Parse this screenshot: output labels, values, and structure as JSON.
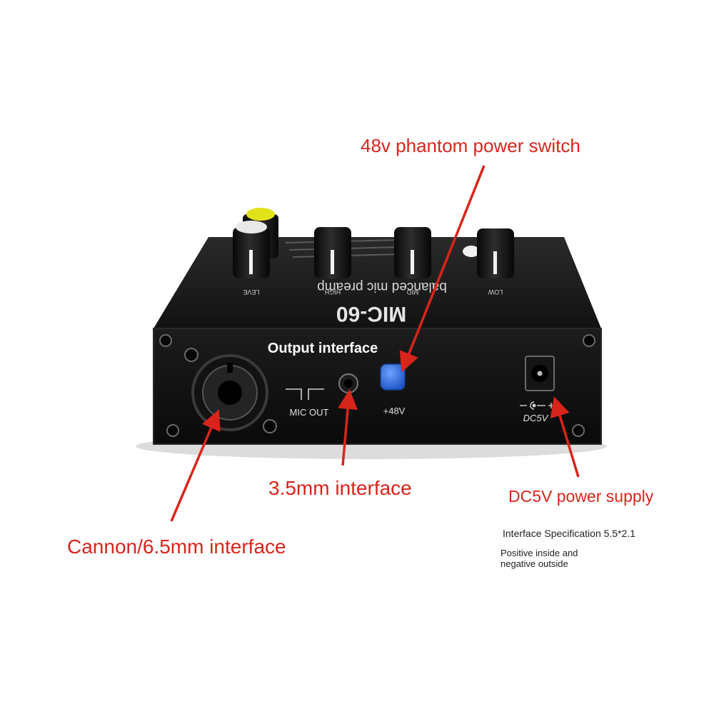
{
  "device": {
    "model": "MIC-60",
    "subtitle": "balanced mic preamp",
    "knobs": [
      "LEVE",
      "HIGH",
      "MID",
      "LOW"
    ],
    "panel": {
      "output_interface_title": "Output interface",
      "mic_out_label": "MIC OUT",
      "phantom_button_label": "+48V",
      "dc_label": "DC5V"
    }
  },
  "callouts": {
    "phantom_switch": "48v phantom power switch",
    "jack_35": "3.5mm interface",
    "dc_supply": "DC5V power supply",
    "cannon": "Cannon/6.5mm interface"
  },
  "spec": {
    "interface": "Interface Specification 5.5*2.1",
    "polarity_line1": "Positive inside and",
    "polarity_line2": "negative outside"
  },
  "colors": {
    "callout": "#d8251c",
    "body": "#141414",
    "panel": "#0b0b0b",
    "button": "#2a6fe0",
    "knob_cap": "#e2e21a"
  }
}
